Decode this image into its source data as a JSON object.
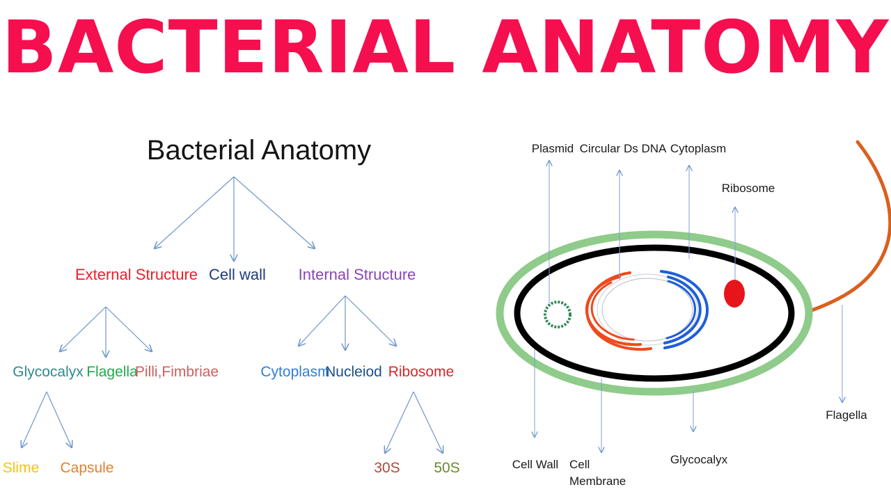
{
  "title": "BACTERIAL ANATOMY",
  "tree": {
    "root": "Bacterial Anatomy",
    "level1": {
      "external": "External Structure",
      "cell_wall": "Cell wall",
      "internal": "Internal Structure"
    },
    "external_children": {
      "glycocalyx": "Glycocalyx",
      "flagella": "Flagella",
      "pilli": "Pilli,Fimbriae"
    },
    "internal_children": {
      "cytoplasm": "Cytoplasm",
      "nucleiod": "Nucleiod",
      "ribosome": "Ribosome"
    },
    "glycocalyx_children": {
      "slime": "Slime",
      "capsule": "Capsule"
    },
    "ribosome_children": {
      "s30": "30S",
      "s50": "50S"
    }
  },
  "cell": {
    "labels": {
      "plasmid": "Plasmid",
      "dna": "Circular Ds DNA",
      "cytoplasm": "Cytoplasm",
      "ribosome": "Ribosome",
      "cell_wall": "Cell Wall",
      "membrane_line1": "Cell",
      "membrane_line2": "Membrane",
      "glycocalyx": "Glycocalyx",
      "flagella": "Flagella"
    }
  },
  "colors": {
    "title": "#f50f4f",
    "external": "#e8202a",
    "cell_wall_label": "#1f3b78",
    "internal": "#8a45b8",
    "glycocalyx": "#2e8a8c",
    "flagella": "#1bab4c",
    "pilli": "#d35c5c",
    "cytoplasm": "#2f7fd4",
    "nucleiod": "#1c4f8a",
    "ribosome_label": "#d8262b",
    "slime": "#f2c40f",
    "capsule": "#e2822c",
    "s30": "#b04a3c",
    "s50": "#6a8a2a",
    "capsule_ring": "#8fcb8a",
    "wall_ring": "#000000",
    "ribosome_dot": "#e8141b",
    "flagellum": "#d9601e",
    "dna_red": "#ef4a1d",
    "dna_blue": "#1f5ed8"
  }
}
